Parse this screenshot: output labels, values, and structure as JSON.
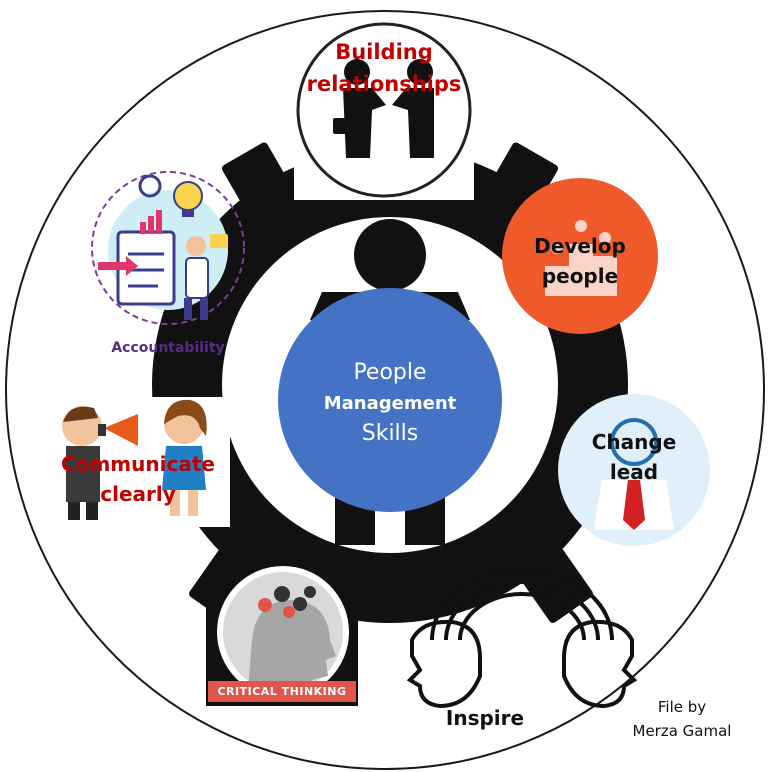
{
  "center": {
    "line1": "People",
    "line2": "Management",
    "line3": "Skills"
  },
  "skills": {
    "building_relationships": {
      "line1": "Building",
      "line2": "relationships"
    },
    "develop_people": {
      "line1": "Develop",
      "line2": "people"
    },
    "change_lead": {
      "line1": "Change",
      "line2": "lead"
    },
    "inspire": {
      "label": "Inspire"
    },
    "critical_thinking": {
      "label": "CRITICAL THINKING"
    },
    "communicate_clearly": {
      "line1": "Communicate",
      "line2": "clearly"
    },
    "accountability": {
      "label": "Accountability"
    }
  },
  "credit": {
    "line1": "File by",
    "line2": "Merza Gamal"
  },
  "colors": {
    "gear": "#111111",
    "hub": "#4472c4",
    "relationships_text": "#c00000",
    "communicate_text": "#c00000",
    "accountability_text": "#5b2a86",
    "develop_bg": "#f0592a",
    "change_bg": "#dff0fb",
    "critical_band": "#e0564b"
  }
}
